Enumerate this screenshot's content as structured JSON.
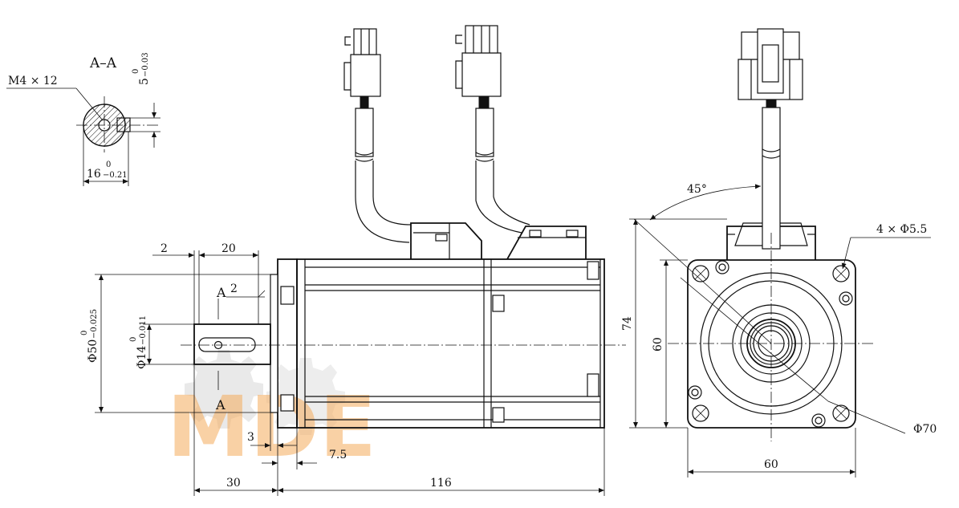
{
  "section": {
    "title": "A–A",
    "thread": "M4 × 12",
    "keyway_width": {
      "main": "5",
      "upper": "0",
      "lower": "−0.03"
    },
    "diameter": {
      "main": "16",
      "upper": "0",
      "lower": "−0.21"
    }
  },
  "side_view": {
    "flange_thickness": "2",
    "shaft_length_top": "20",
    "pilot_diameter": {
      "main": "Φ50",
      "upper": "0",
      "lower": "−0.025"
    },
    "shaft_diameter": {
      "main": "Φ14",
      "upper": "0",
      "lower": "−0.011"
    },
    "section_letter_top": "A",
    "section_letter_bottom": "A",
    "small_dim": "2",
    "dim_3": "3",
    "dim_7_5": "7.5",
    "dim_30": "30",
    "dim_116": "116"
  },
  "front_view": {
    "angle": "45°",
    "holes": "4 × Φ5.5",
    "height_74": "74",
    "square_60_v": "60",
    "square_60_h": "60",
    "bolt_circle": "Φ70"
  },
  "watermark": "MDE",
  "colors": {
    "line": "#111111",
    "watermark": "#f3a24a",
    "gear": "#d7d7d7"
  }
}
